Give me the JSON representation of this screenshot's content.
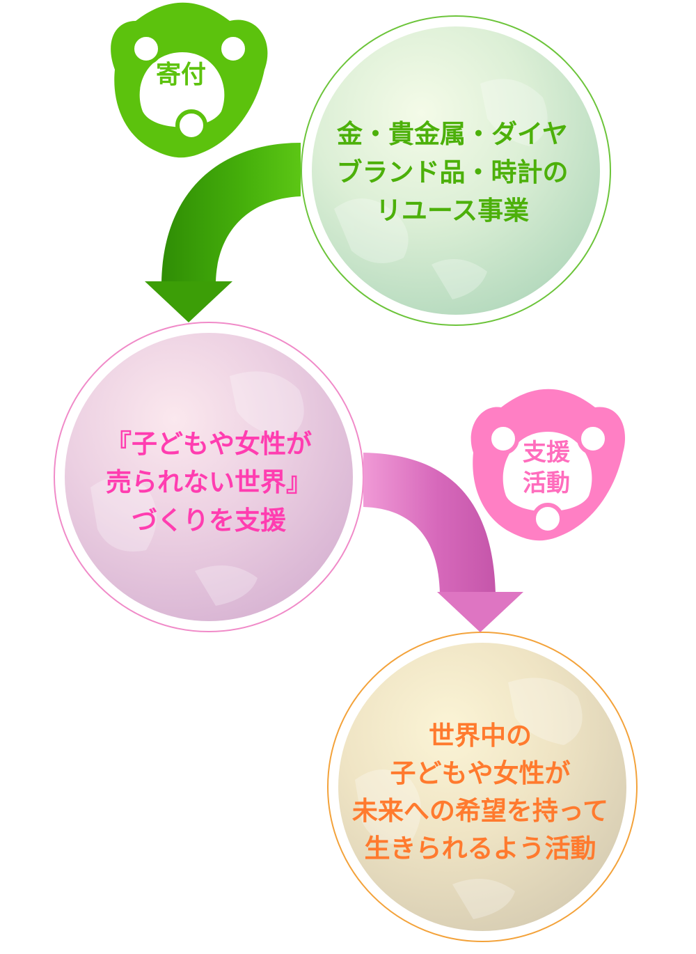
{
  "colors": {
    "green": "#5cc20d",
    "green_dark": "#3a9a06",
    "green_text": "#4cb00a",
    "pink": "#ff7fc4",
    "pink_text": "#ff3db0",
    "orange": "#f5a020",
    "orange_text": "#ff7a2e",
    "arrow_pink": "#e070bf"
  },
  "nodes": {
    "reuse": {
      "lines": [
        "金・貴金属・ダイヤ",
        "ブランド品・時計の",
        "リユース事業"
      ]
    },
    "support_world": {
      "lines": [
        "『子どもや女性が",
        "売られない世界』",
        "づくりを支援"
      ]
    },
    "activity": {
      "lines": [
        "世界中の",
        "子どもや女性が",
        "未来への希望を持って",
        "生きられるよう活動"
      ]
    }
  },
  "badges": {
    "donation": {
      "lines": [
        "寄付"
      ],
      "icon": "people-circle-icon"
    },
    "support": {
      "lines": [
        "支援",
        "活動"
      ],
      "icon": "people-circle-icon"
    }
  }
}
